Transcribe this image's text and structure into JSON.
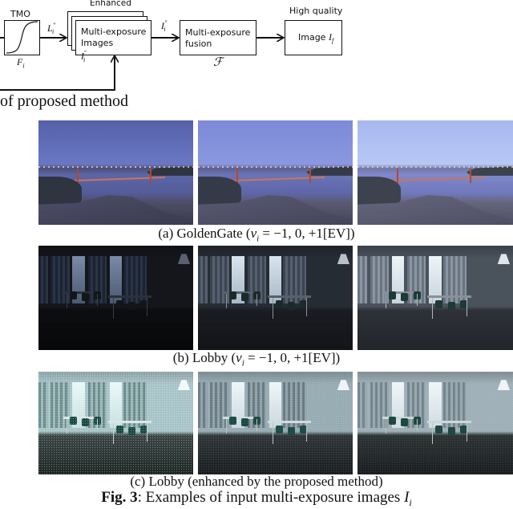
{
  "diagram": {
    "tmo_label": "TMO",
    "tmo_function": "F",
    "tmo_function_sub": "i",
    "arrow1_label_main": "L",
    "arrow1_label_sup": "″",
    "arrow1_label_sub": "i",
    "enhanced_label": "Enhanced",
    "multi_exposure_box_line1": "Multi-exposure",
    "multi_exposure_box_line2_text": "Images ",
    "multi_exposure_box_line2_math": "I",
    "multi_exposure_box_line2_sup": "″",
    "multi_exposure_box_line2_sub": "i",
    "arrow2_label_main": "I",
    "arrow2_label_sup": "″",
    "arrow2_label_sub": "i",
    "fusion_box_line1": "Multi-exposure",
    "fusion_box_line2": "fusion",
    "fusion_symbol": "ℱ",
    "output_top_label": "High quality",
    "output_box_text": "Image ",
    "output_box_math": "I",
    "output_box_sub": "f",
    "caption_fragment": "of proposed method"
  },
  "figure": {
    "rows": [
      {
        "id": "golden-gate",
        "caption_prefix": "(a) GoldenGate (",
        "caption_math": "v",
        "caption_math_sub": "i",
        "caption_eq": " = −1, 0, +1[EV])",
        "images": [
          {
            "exposure": "-1 EV",
            "sky1": "#5560a8",
            "sky2": "#6a78c4",
            "city": "#4a5078",
            "water": "#5c66a8",
            "water2": "#545c98",
            "hill": "#4e4e68",
            "hill2": "#3a3a50",
            "hilldark": "#2e3440"
          },
          {
            "exposure": "0 EV",
            "sky1": "#7c8ad8",
            "sky2": "#8a98e0",
            "city": "#5a6090",
            "water": "#6a74b8",
            "water2": "#5e66a8",
            "hill": "#5a5a74",
            "hill2": "#44445a",
            "hilldark": "#353a48"
          },
          {
            "exposure": "+1 EV",
            "sky1": "#a8b8f0",
            "sky2": "#b8c8f4",
            "city": "#7078a8",
            "water": "#8088cc",
            "water2": "#7078bc",
            "hill": "#66667e",
            "hill2": "#4e4e64",
            "hilldark": "#3c424e"
          }
        ]
      },
      {
        "id": "lobby",
        "caption_prefix": "(b) Lobby (",
        "caption_math": "v",
        "caption_math_sub": "i",
        "caption_eq": " = −1, 0, +1[EV])",
        "images": [
          {
            "exposure": "-1 EV",
            "ceil": "#0e1014",
            "wall": "#14161c",
            "floor": "#0c0d10",
            "floor2": "#07080a",
            "curtain1": "#1c2230",
            "curtain2": "#2a3448",
            "winlight": "#7a8aa8",
            "winlight2": "#4a5a70",
            "tabletop": "#2c3038",
            "chair": "#12161a",
            "legc": "#3a3e46",
            "lamp": "#5a6070",
            "noise": "0"
          },
          {
            "exposure": "0 EV",
            "ceil": "#1e2228",
            "wall": "#262c34",
            "floor": "#1a1c22",
            "floor2": "#121418",
            "curtain1": "#3a4452",
            "curtain2": "#56606e",
            "winlight": "#d8e4ee",
            "winlight2": "#a8b8c8",
            "tabletop": "#5a6068",
            "chair": "#1a2a2a",
            "legc": "#8a9098",
            "lamp": "#b8c0c8",
            "noise": "0"
          },
          {
            "exposure": "+1 EV",
            "ceil": "#3a4048",
            "wall": "#4a525c",
            "floor": "#2e3238",
            "floor2": "#22252a",
            "curtain1": "#6a7480",
            "curtain2": "#8a96a2",
            "winlight": "#eef4f8",
            "winlight2": "#c8d4dc",
            "tabletop": "#8a9098",
            "chair": "#1c3a36",
            "legc": "#b0b8c0",
            "lamp": "#e0e6ec",
            "noise": "0"
          }
        ]
      },
      {
        "id": "lobby-enhanced",
        "caption_full": "(c) Lobby (enhanced by the proposed method)",
        "images": [
          {
            "exposure": "-1 EV enhanced",
            "ceil": "#8aa0a4",
            "wall": "#a8c4c8",
            "floor": "#3a4644",
            "floor2": "#1e2624",
            "curtain1": "#6a8a8a",
            "curtain2": "#9ab8b8",
            "winlight": "#e8f8f8",
            "winlight2": "#c8e0e0",
            "tabletop": "#d8e6e6",
            "chair": "#1a4a44",
            "legc": "#c0d0d0",
            "lamp": "#f0f8f8",
            "noise": "0.35"
          },
          {
            "exposure": "0 EV enhanced",
            "ceil": "#7a8a90",
            "wall": "#98acb4",
            "floor": "#303638",
            "floor2": "#1a1e20",
            "curtain1": "#6a7a82",
            "curtain2": "#90a2aa",
            "winlight": "#eef6f8",
            "winlight2": "#cad8de",
            "tabletop": "#d0dcdc",
            "chair": "#1a4a44",
            "legc": "#b8c4c8",
            "lamp": "#eef4f6",
            "noise": "0.15"
          },
          {
            "exposure": "+1 EV enhanced",
            "ceil": "#7e8c92",
            "wall": "#a0b0b8",
            "floor": "#2e3436",
            "floor2": "#1a1e20",
            "curtain1": "#74848c",
            "curtain2": "#98a8b0",
            "winlight": "#f0f6f8",
            "winlight2": "#d0dce2",
            "tabletop": "#ccd8d8",
            "chair": "#1c4640",
            "legc": "#b8c4c8",
            "lamp": "#eef4f6",
            "noise": "0.1"
          }
        ]
      }
    ],
    "caption_label": "Fig. 3",
    "caption_text": ": Examples of input multi-exposure images ",
    "caption_math": "I",
    "caption_math_sub": "i"
  }
}
